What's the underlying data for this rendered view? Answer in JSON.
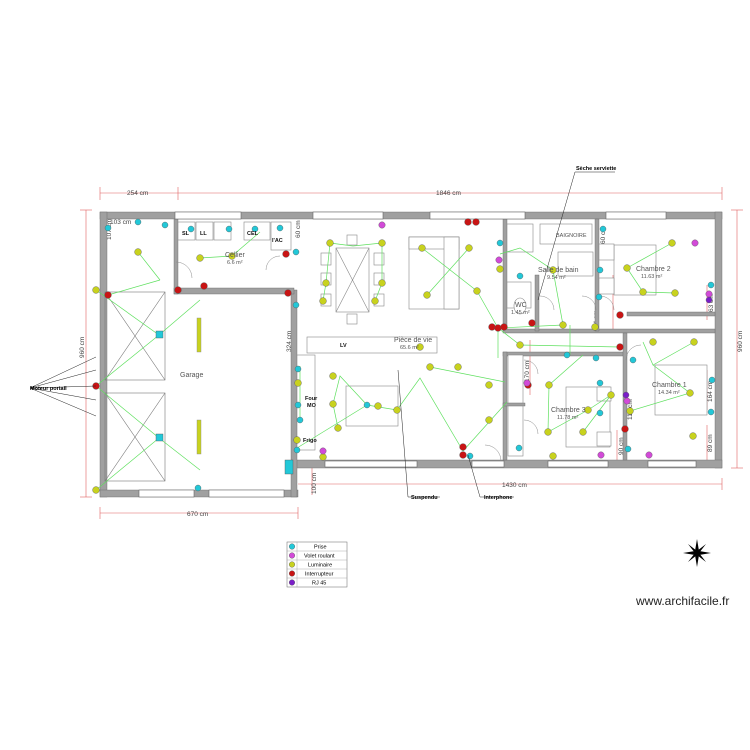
{
  "dimensions": {
    "top_left": "254 cm",
    "top_total": "1846 cm",
    "left_small": "107 cm",
    "inner_103": "103 cm",
    "left_height": "960 cm",
    "right_height": "960 cm",
    "bottom_left": "670 cm",
    "bottom_right": "1430 cm",
    "garage_step": "100 cm",
    "hall_324": "324 cm",
    "d_60": "60 cm",
    "d_170": "170 cm",
    "d_64": "64 cm",
    "d_63": "63 cm",
    "d_164": "164 cm",
    "d_89": "89 cm",
    "d_90": "90 cm",
    "d_119": "119 cm"
  },
  "rooms": {
    "cellier": {
      "name": "Cellier",
      "area": "6.6 m²"
    },
    "garage": {
      "name": "Garage"
    },
    "piece_de_vie": {
      "name": "Pièce de vie",
      "area": "65.6 m²"
    },
    "salle_de_bain": {
      "name": "Salle de bain",
      "area": "9.54 m²"
    },
    "wc": {
      "name": "WC",
      "area": "1.45 m²"
    },
    "chambre2": {
      "name": "Chambre 2",
      "area": "11.63 m²"
    },
    "chambre1": {
      "name": "Chambre 1",
      "area": "14.34 m²"
    },
    "chambre3": {
      "name": "Chambre 3",
      "area": "11.78 m²"
    }
  },
  "fixtures": {
    "sl": "SL",
    "ll": "LL",
    "cel": "CEL",
    "ac": "l'AC",
    "lv": "LV",
    "four": "Four",
    "mo": "MO",
    "frigo": "Frigo",
    "sdb_top": "BAIGNOIRE"
  },
  "callouts": {
    "moteur": "Moteur portail",
    "seche": "Sèche serviette",
    "suspendu": "Suspendu",
    "interphone": "Interphone"
  },
  "legend": {
    "items": [
      {
        "label": "Prise",
        "color": "#22c8d8"
      },
      {
        "label": "Volet roulant",
        "color": "#d24ad8"
      },
      {
        "label": "Luminaire",
        "color": "#c8d21e"
      },
      {
        "label": "Interrupteur",
        "color": "#c81414"
      },
      {
        "label": "RJ 45",
        "color": "#7a1ec8"
      }
    ]
  },
  "watermark": "www.archifacile.fr",
  "colors": {
    "wall": "#9a9a9a",
    "wire": "#5fe05f",
    "dimension": "#e04040",
    "prise": "#22c8d8",
    "volet": "#d24ad8",
    "luminaire": "#c8d21e",
    "interrupteur": "#c81414",
    "rj45": "#7a1ec8"
  }
}
